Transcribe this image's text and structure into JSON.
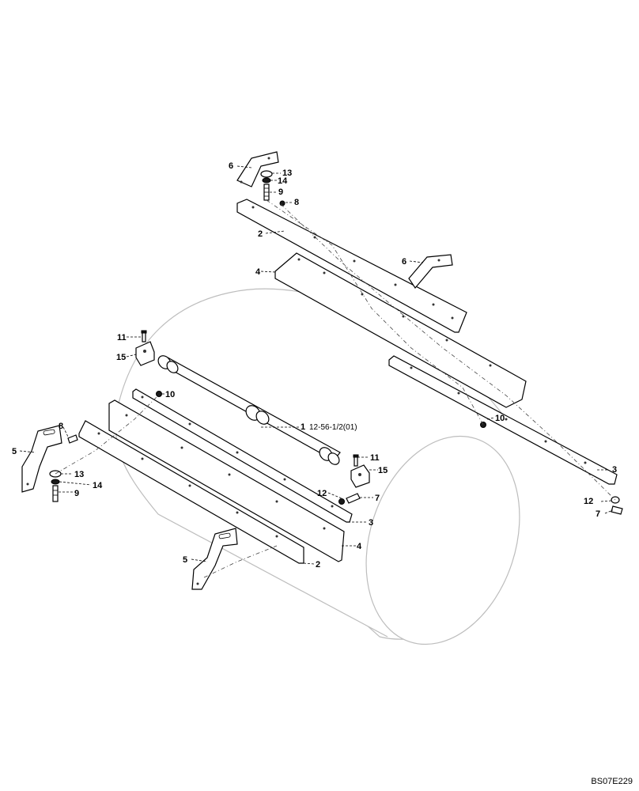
{
  "labels": {
    "n1": "1",
    "ref1": "12-56-1/2(01)",
    "n2a": "2",
    "n2b": "2",
    "n3a": "3",
    "n3b": "3",
    "n4a": "4",
    "n4b": "4",
    "n5a": "5",
    "n5b": "5",
    "n6a": "6",
    "n6b": "6",
    "n7a": "7",
    "n7b": "7",
    "n8a": "8",
    "n8b": "8",
    "n9a": "9",
    "n9b": "9",
    "n10a": "10",
    "n10b": "10",
    "n11a": "11",
    "n11b": "11",
    "n12a": "12",
    "n12b": "12",
    "n13a": "13",
    "n13b": "13",
    "n14a": "14",
    "n14b": "14",
    "n15a": "15",
    "n15b": "15"
  },
  "drawing_code": "BS07E229"
}
